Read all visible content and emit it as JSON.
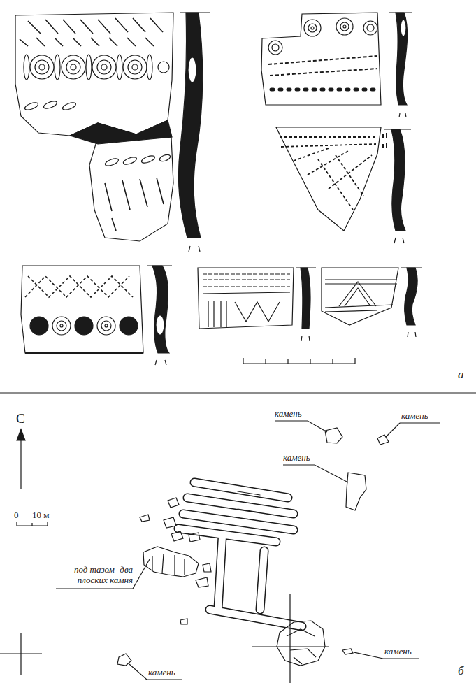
{
  "diagram": {
    "labels": [
      "а",
      "С",
      "0",
      "10 м",
      "камень",
      "камень",
      "камень",
      "под тазом- два плоских камня",
      "камень",
      "камень",
      "б"
    ]
  }
}
